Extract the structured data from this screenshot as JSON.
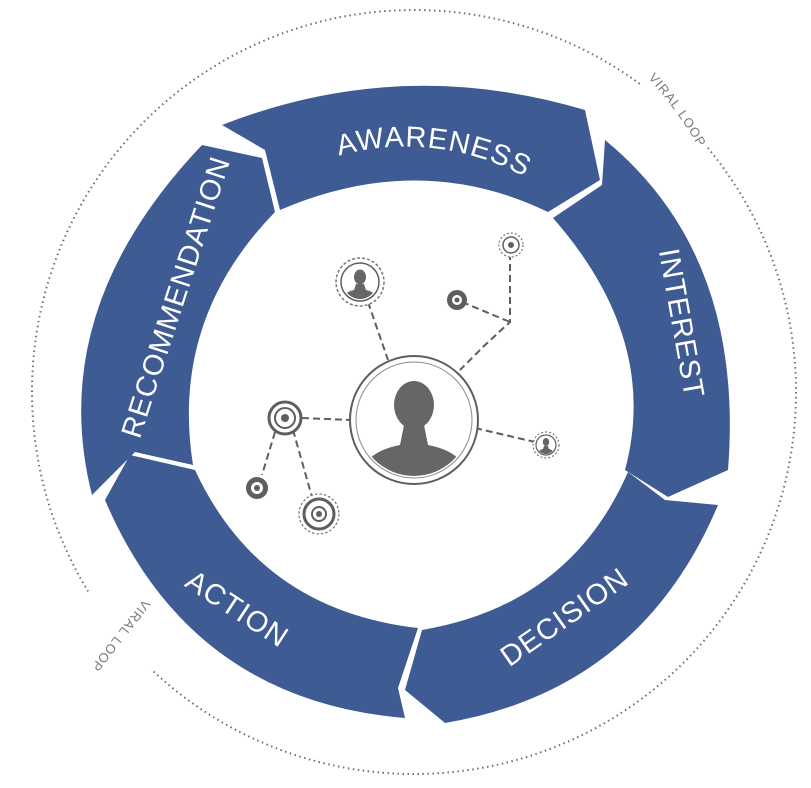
{
  "diagram": {
    "stages": [
      {
        "id": "awareness",
        "label": "AWARENESS"
      },
      {
        "id": "interest",
        "label": "INTEREST"
      },
      {
        "id": "decision",
        "label": "DECISION"
      },
      {
        "id": "action",
        "label": "ACTION"
      },
      {
        "id": "recommendation",
        "label": "RECOMMENDATION"
      }
    ],
    "loop_label": "VIRAL LOOP",
    "colors": {
      "ring": "#3f5b94",
      "dotted_loop": "#6f6f6f",
      "network": "#5e5e5e",
      "background": "#ffffff"
    },
    "icons": [
      "central-user-icon",
      "user-node-icon",
      "target-node-icon"
    ]
  }
}
